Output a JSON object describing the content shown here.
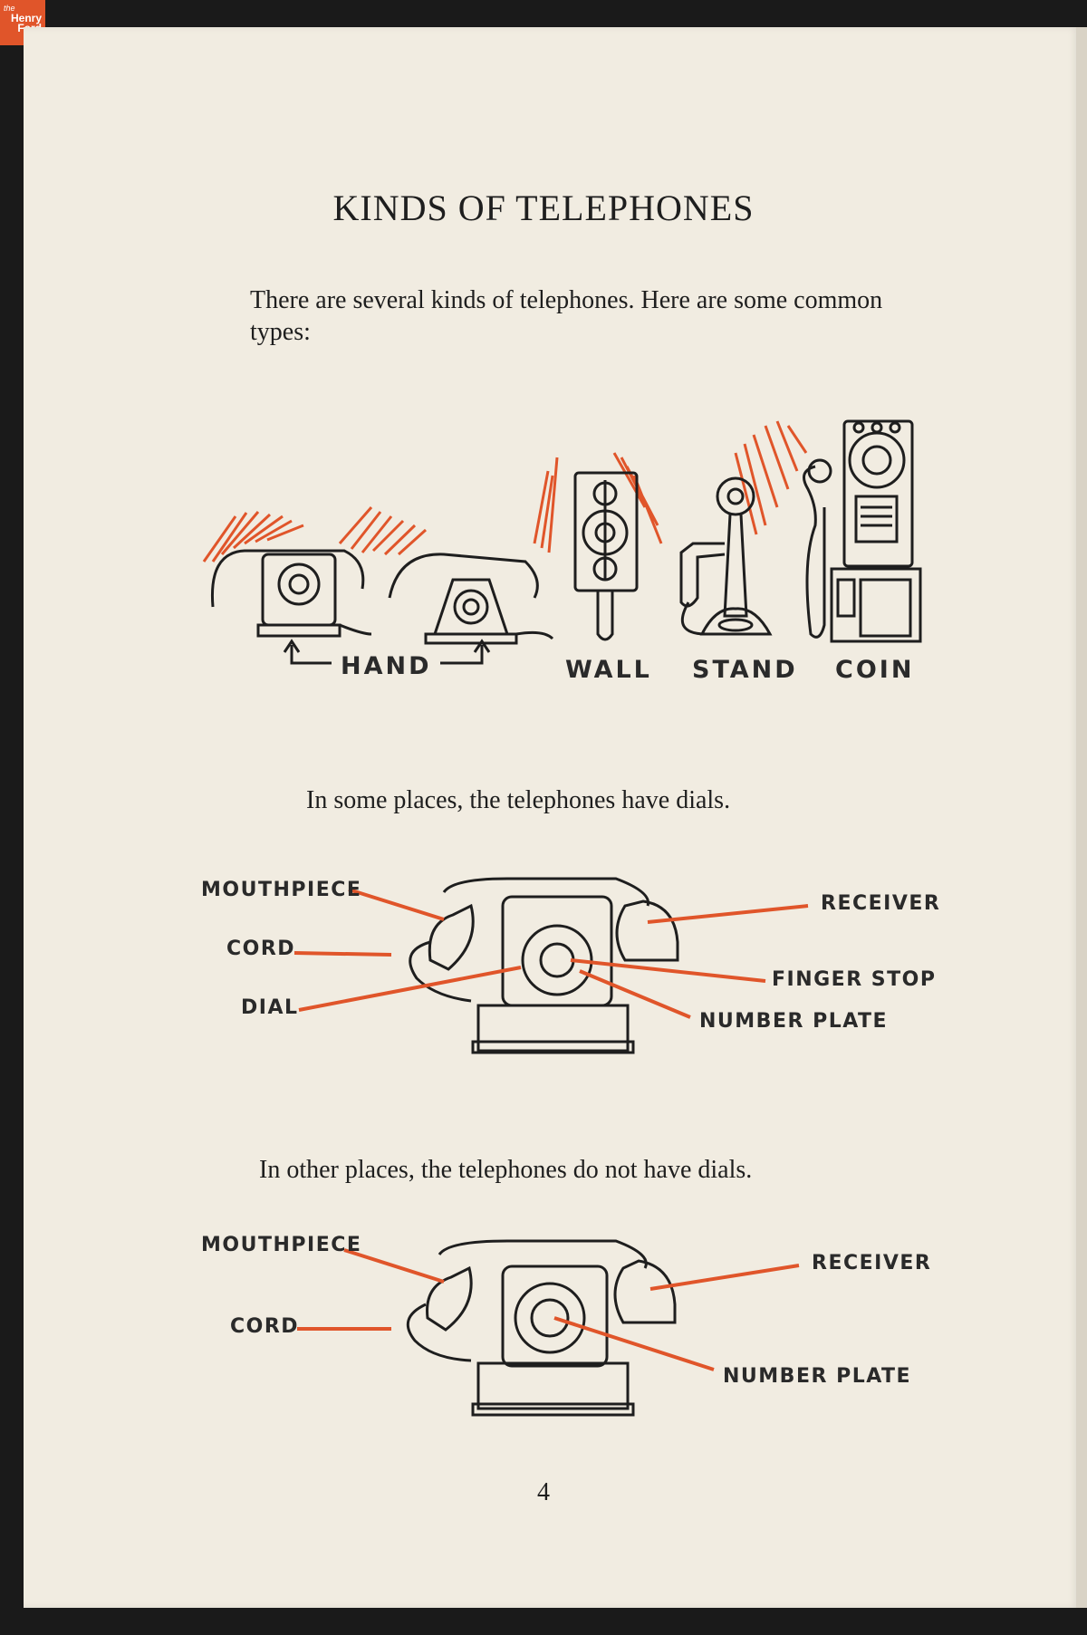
{
  "logo": {
    "line1": "the",
    "line2": "Henry",
    "line3": "Ford"
  },
  "title": "KINDS OF TELEPHONES",
  "intro": "There are several kinds of telephones. Here are some common types:",
  "types": [
    "HAND",
    "WALL",
    "STAND",
    "COIN"
  ],
  "dial_section": {
    "caption": "In some places, the telephones have dials.",
    "labels": {
      "mouthpiece": "MOUTHPIECE",
      "cord": "CORD",
      "dial": "DIAL",
      "receiver": "RECEIVER",
      "finger_stop": "FINGER STOP",
      "number_plate": "NUMBER PLATE"
    }
  },
  "nodial_section": {
    "caption": "In other places, the telephones do not have dials.",
    "labels": {
      "mouthpiece": "MOUTHPIECE",
      "cord": "CORD",
      "receiver": "RECEIVER",
      "number_plate": "NUMBER PLATE"
    }
  },
  "page_number": "4",
  "colors": {
    "accent": "#e0552a",
    "ink": "#1e1e1e",
    "paper": "#f1ece1"
  }
}
